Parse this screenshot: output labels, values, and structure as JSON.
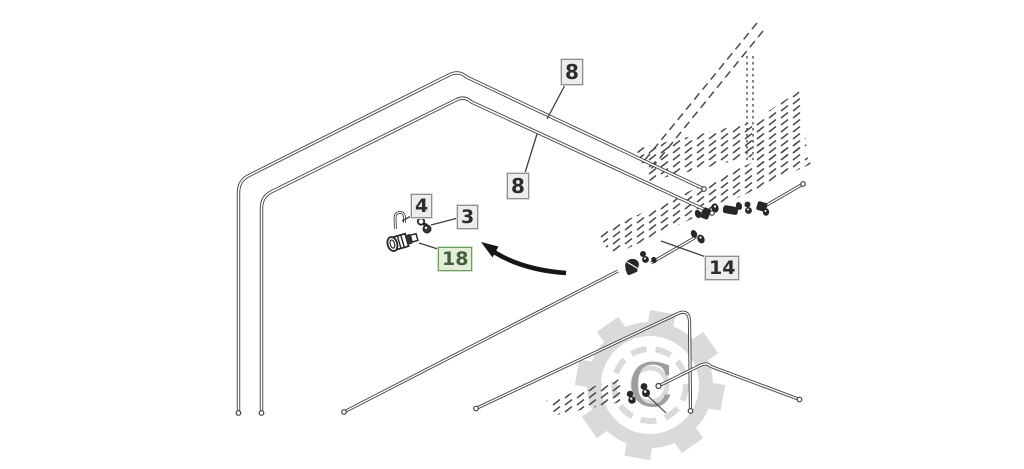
{
  "diagram": {
    "type": "exploded-parts-diagram",
    "callouts": [
      {
        "id": "tube-upper",
        "label": "8",
        "highlighted": false
      },
      {
        "id": "tube-lower",
        "label": "8",
        "highlighted": false
      },
      {
        "id": "hose-clip",
        "label": "4",
        "highlighted": false
      },
      {
        "id": "elbow-fitting",
        "label": "3",
        "highlighted": false
      },
      {
        "id": "coupler",
        "label": "18",
        "highlighted": true
      },
      {
        "id": "tube-section",
        "label": "14",
        "highlighted": false
      }
    ],
    "watermark": {
      "letter": "C"
    },
    "colors": {
      "line": "#3f3f3f",
      "fitting": "#272727",
      "callout_fill": "#ededed",
      "callout_border": "#8f8f8f",
      "callout_text": "#2d2d2d",
      "highlight_fill": "#e4edda",
      "highlight_border": "#6f9e63",
      "highlight_text": "#44603a",
      "watermark": "#dadada"
    }
  }
}
